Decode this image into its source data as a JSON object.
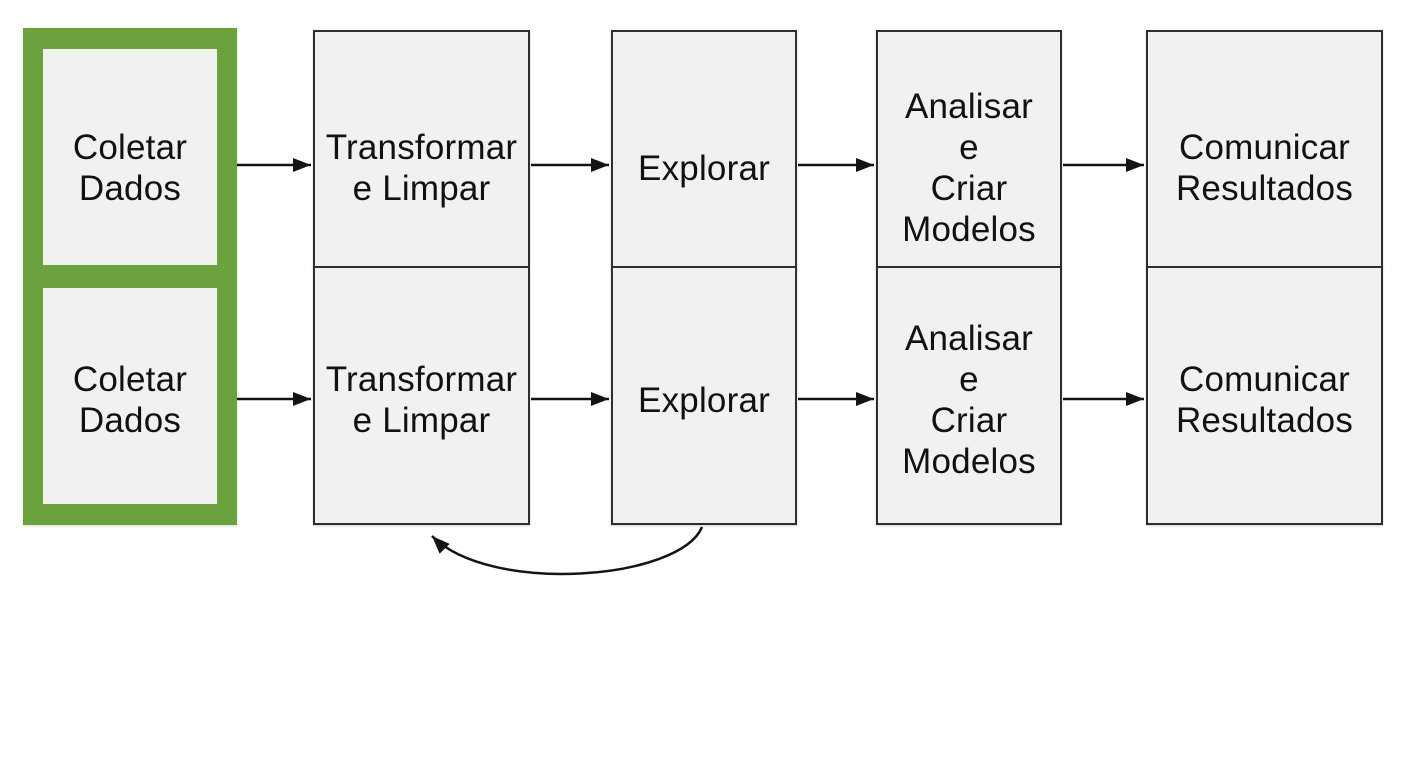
{
  "diagram_title": "",
  "colors": {
    "highlight_green": "#6CA23D",
    "box_fill": "#F1F1EF",
    "box_border": "#2E2E2E",
    "arrow": "#141414",
    "text": "#111111",
    "background": "#FFFFFF"
  },
  "stages": [
    {
      "id": "coletar-dados",
      "lines": [
        "Coletar",
        "Dados"
      ],
      "highlighted": true
    },
    {
      "id": "transformar-e-limpar",
      "lines": [
        "Transformar",
        "e Limpar"
      ],
      "highlighted": false
    },
    {
      "id": "explorar",
      "lines": [
        "Explorar"
      ],
      "highlighted": false
    },
    {
      "id": "analisar-e-criar-modelos",
      "lines": [
        "Analisar",
        "e",
        "Criar",
        "Modelos"
      ],
      "highlighted": false
    },
    {
      "id": "comunicar-resultados",
      "lines": [
        "Comunicar",
        "Resultados"
      ],
      "highlighted": false
    }
  ],
  "rows": 2,
  "arrows": [
    {
      "row": 1,
      "from": "coletar-dados",
      "to": "transformar-e-limpar",
      "type": "straight"
    },
    {
      "row": 1,
      "from": "transformar-e-limpar",
      "to": "explorar",
      "type": "straight"
    },
    {
      "row": 1,
      "from": "explorar",
      "to": "analisar-e-criar-modelos",
      "type": "straight"
    },
    {
      "row": 1,
      "from": "analisar-e-criar-modelos",
      "to": "comunicar-resultados",
      "type": "straight"
    },
    {
      "row": 2,
      "from": "coletar-dados",
      "to": "transformar-e-limpar",
      "type": "straight"
    },
    {
      "row": 2,
      "from": "transformar-e-limpar",
      "to": "explorar",
      "type": "straight"
    },
    {
      "row": 2,
      "from": "explorar",
      "to": "analisar-e-criar-modelos",
      "type": "straight"
    },
    {
      "row": 2,
      "from": "analisar-e-criar-modelos",
      "to": "comunicar-resultados",
      "type": "straight"
    },
    {
      "row": 2,
      "from": "explorar",
      "to": "transformar-e-limpar",
      "type": "curved-feedback"
    }
  ]
}
